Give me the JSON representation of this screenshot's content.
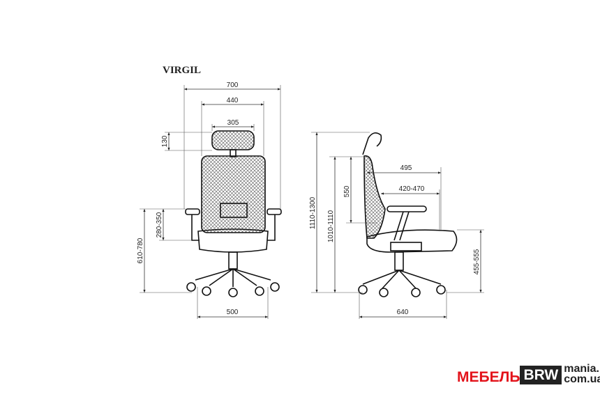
{
  "title": "VIRGIL",
  "front_view": {
    "overall_width": "700",
    "backrest_width": "440",
    "headrest_width": "305",
    "headrest_height": "130",
    "armrest_height_above_seat": "280-350",
    "armrest_height_floor": "610-780",
    "base_diameter": "500"
  },
  "side_view": {
    "total_height": "1110-1300",
    "height_without_headrest": "1010-1110",
    "backrest_height": "550",
    "seat_depth": "495",
    "seat_depth_adjust": "420-470",
    "seat_height": "455-555",
    "base_depth": "640"
  },
  "logo": {
    "part1": "МЕБЕЛЬ",
    "part2": "BRW",
    "part3": "mania.",
    "part4": "com.ua"
  }
}
